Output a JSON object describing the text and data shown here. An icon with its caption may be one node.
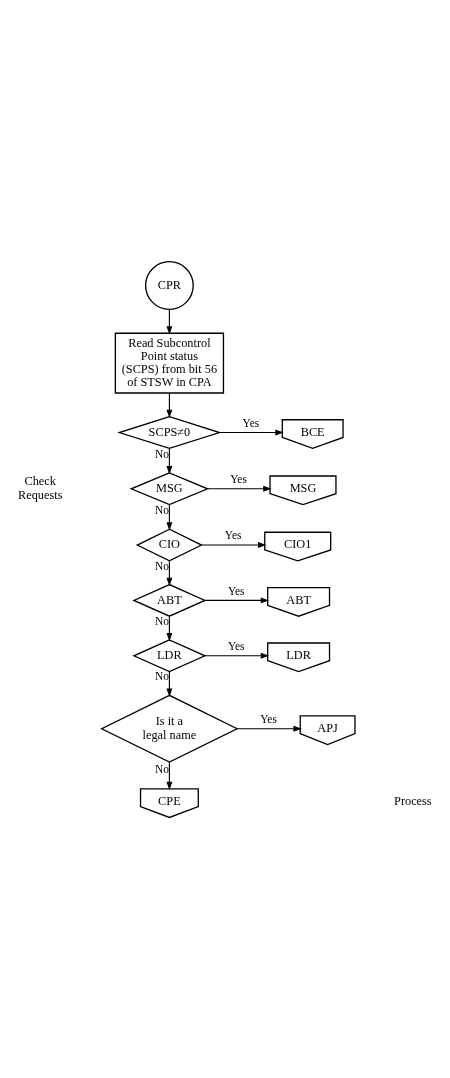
{
  "diagram": {
    "nodes": [
      {
        "text": [
          "CPR"
        ]
      },
      {
        "text": [
          "Read Subcontrol Point status (SCPS) from bit 56 of STSW in CPA"
        ]
      },
      {
        "text": [
          "SCPS≠0"
        ]
      },
      {
        "text": [
          "BCE"
        ]
      },
      {
        "text": [
          "MSG"
        ]
      },
      {
        "text": [
          "MSG"
        ]
      },
      {
        "text": [
          "CIO"
        ]
      },
      {
        "text": [
          "CIO1"
        ]
      },
      {
        "text": [
          "ABT"
        ]
      },
      {
        "text": [
          "ABT"
        ]
      },
      {
        "text": [
          "LDR"
        ]
      },
      {
        "text": [
          "LDR"
        ]
      },
      {
        "text": [
          "Is it a legal name"
        ]
      },
      {
        "text": [
          "APJ"
        ]
      },
      {
        "text": [
          "CPE"
        ]
      }
    ],
    "edges": [
      {
        "from": 0,
        "to": 1,
        "arrow": "to"
      },
      {
        "from": 1,
        "to": 2,
        "arrow": "to"
      },
      {
        "from": 2,
        "to": 3,
        "arrow": "to",
        "label": "Yes"
      },
      {
        "from": 2,
        "to": 4,
        "arrow": "to",
        "label": "No"
      },
      {
        "from": 4,
        "to": 5,
        "arrow": "to",
        "label": "Yes"
      },
      {
        "from": 4,
        "to": 6,
        "arrow": "to",
        "label": "No"
      },
      {
        "from": 6,
        "to": 7,
        "arrow": "to",
        "label": "Yes"
      },
      {
        "from": 6,
        "to": 8,
        "arrow": "to",
        "label": "No"
      },
      {
        "from": 8,
        "to": 9,
        "arrow": "to",
        "label": "Yes"
      },
      {
        "from": 8,
        "to": 10,
        "arrow": "to",
        "label": "No"
      },
      {
        "from": 10,
        "to": 11,
        "arrow": "to",
        "label": "Yes"
      },
      {
        "from": 10,
        "to": 12,
        "arrow": "to",
        "label": "No"
      },
      {
        "from": 12,
        "to": 13,
        "arrow": "to",
        "label": "Yes"
      },
      {
        "from": 12,
        "to": 14,
        "arrow": "to",
        "label": "No"
      }
    ],
    "labels": [
      "Check Requests",
      "Process"
    ]
  }
}
